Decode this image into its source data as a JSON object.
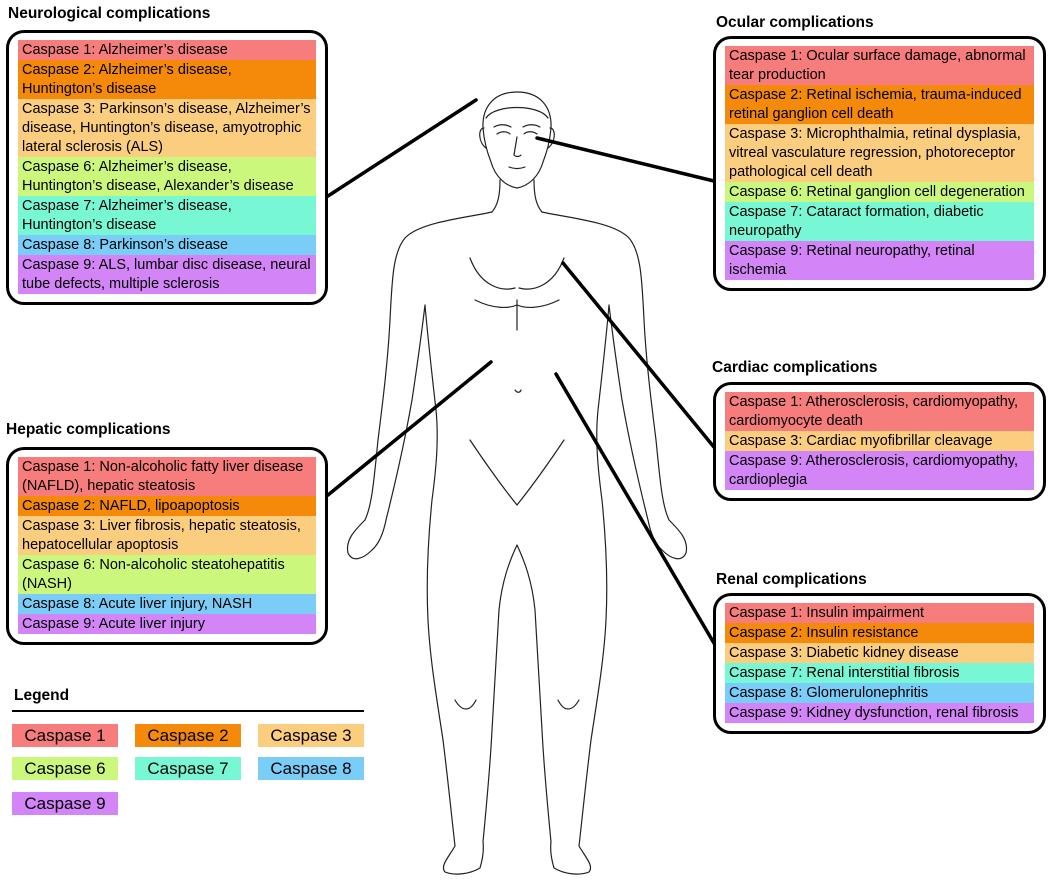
{
  "colors": {
    "caspase1": "#f77d7d",
    "caspase2": "#f58a0a",
    "caspase3": "#fbcd7e",
    "caspase6": "#ccf77d",
    "caspase7": "#77f7d4",
    "caspase8": "#79cdf7",
    "caspase9": "#d385f7"
  },
  "neuro": {
    "title": "Neurological complications",
    "items": [
      "Caspase 1: Alzheimer’s disease",
      "Caspase 2: Alzheimer’s disease, Huntington’s disease",
      "Caspase 3: Parkinson’s disease, Alzheimer’s disease, Huntington’s disease, amyotrophic lateral sclerosis (ALS)",
      "Caspase 6: Alzheimer’s disease, Huntington’s disease, Alexander’s disease",
      "Caspase 7: Alzheimer’s disease, Huntington’s disease",
      "Caspase 8: Parkinson’s disease",
      "Caspase 9: ALS, lumbar disc disease, neural tube defects, multiple sclerosis"
    ]
  },
  "ocular": {
    "title": "Ocular complications",
    "items": [
      "Caspase 1: Ocular surface damage, abnormal tear production",
      "Caspase 2: Retinal ischemia, trauma-induced retinal ganglion cell death",
      "Caspase 3: Microphthalmia, retinal dysplasia, vitreal vasculature regression, photoreceptor pathological cell death",
      "Caspase 6: Retinal ganglion cell degeneration",
      "Caspase 7: Cataract formation, diabetic neuropathy",
      "Caspase 9: Retinal neuropathy, retinal ischemia"
    ]
  },
  "cardiac": {
    "title": "Cardiac complications",
    "items": [
      "Caspase 1: Atherosclerosis, cardiomyopathy, cardiomyocyte death",
      "Caspase 3: Cardiac myofibrillar cleavage",
      "Caspase 9: Atherosclerosis, cardiomyopathy, cardioplegia"
    ]
  },
  "hepatic": {
    "title": "Hepatic complications",
    "items": [
      "Caspase 1: Non-alcoholic fatty liver disease (NAFLD), hepatic steatosis",
      "Caspase 2: NAFLD, lipoapoptosis",
      "Caspase 3: Liver fibrosis, hepatic steatosis, hepatocellular apoptosis",
      "Caspase 6: Non-alcoholic steatohepatitis (NASH)",
      "Caspase 8: Acute liver injury, NASH",
      "Caspase 9: Acute liver injury"
    ]
  },
  "renal": {
    "title": "Renal complications",
    "items": [
      "Caspase 1: Insulin impairment",
      "Caspase 2: Insulin resistance",
      "Caspase 3: Diabetic kidney disease",
      "Caspase 7: Renal interstitial fibrosis",
      "Caspase 8: Glomerulonephritis",
      "Caspase 9: Kidney dysfunction, renal fibrosis"
    ]
  },
  "legend": {
    "title": "Legend",
    "items": [
      "Caspase 1",
      "Caspase 2",
      "Caspase 3",
      "Caspase 6",
      "Caspase 7",
      "Caspase 8",
      "Caspase 9"
    ]
  }
}
